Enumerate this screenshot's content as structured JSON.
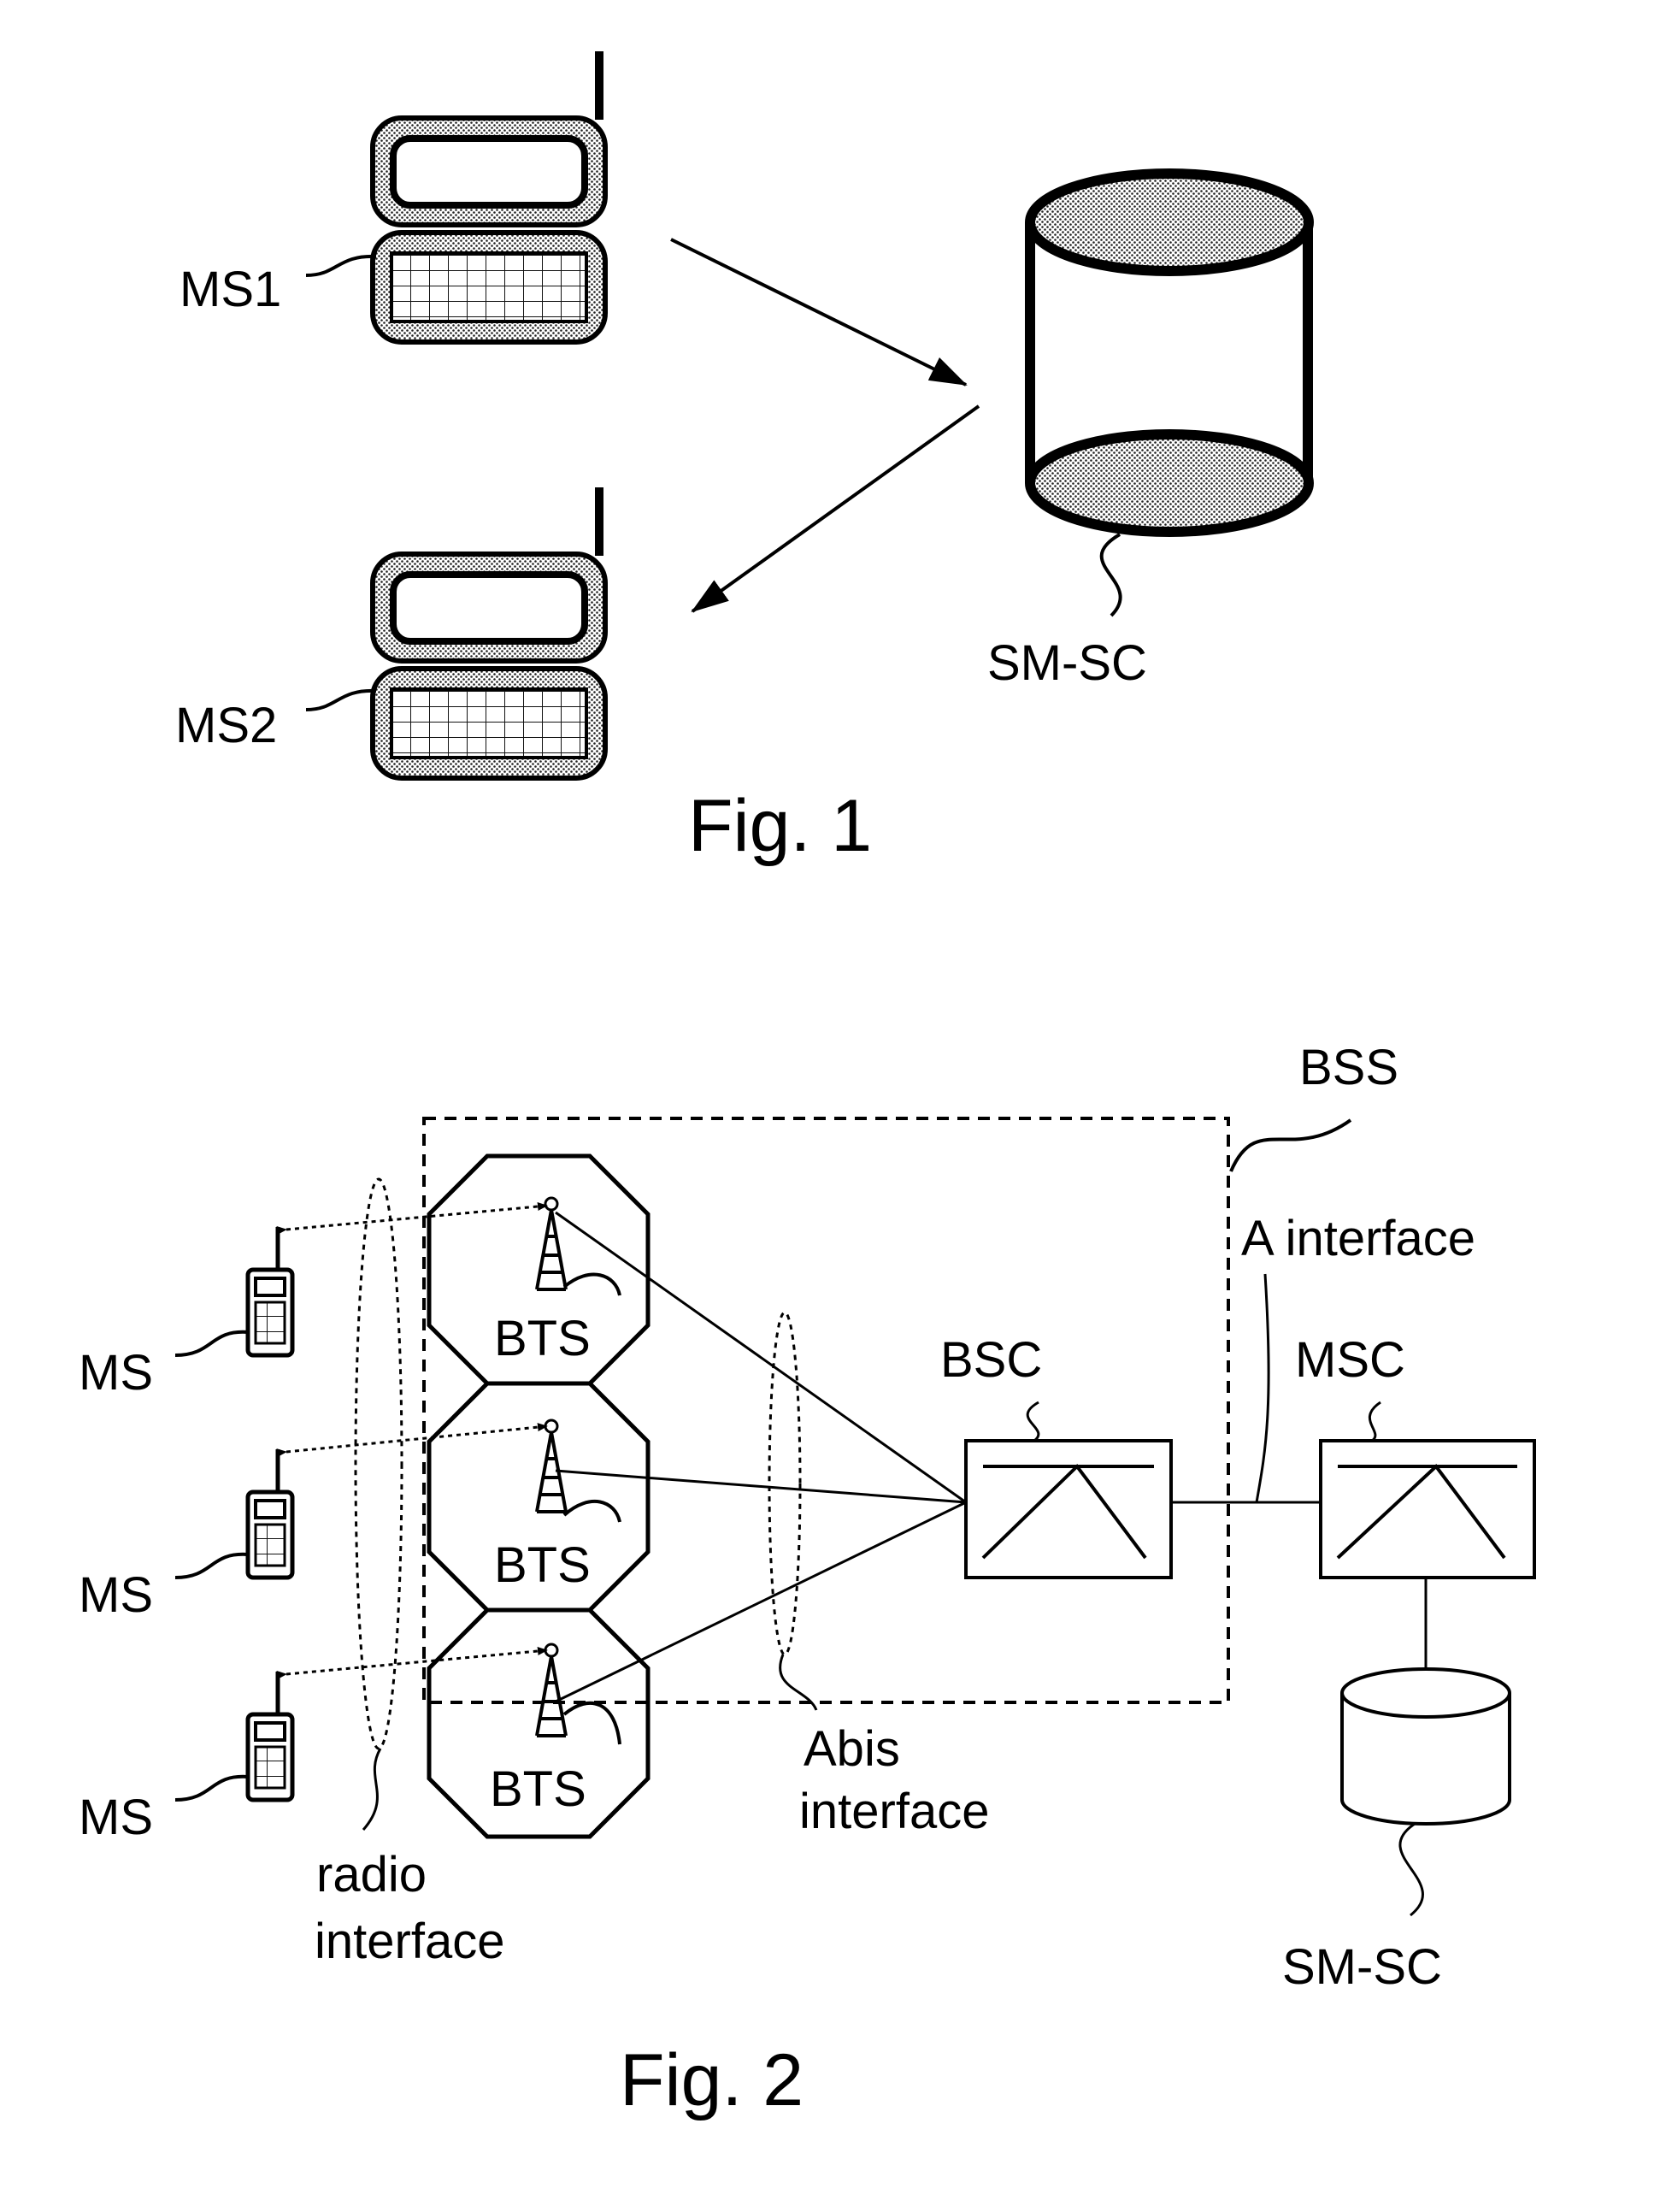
{
  "fig1": {
    "caption": "Fig. 1",
    "ms1_label": "MS1",
    "ms2_label": "MS2",
    "smsc_label": "SM-SC"
  },
  "fig2": {
    "caption": "Fig. 2",
    "bss_label": "BSS",
    "a_interface_label": "A interface",
    "bsc_label": "BSC",
    "msc_label": "MSC",
    "smsc_label": "SM-SC",
    "abis_line1": "Abis",
    "abis_line2": "interface",
    "radio_line1": "radio",
    "radio_line2": "interface",
    "bts_labels": [
      "BTS",
      "BTS",
      "BTS"
    ],
    "ms_labels": [
      "MS",
      "MS",
      "MS"
    ]
  },
  "colors": {
    "ink": "#000000",
    "shade": "#8c8c8c",
    "background": "#ffffff"
  },
  "icons": [
    "mobile-phone-icon",
    "database-cylinder-icon",
    "antenna-tower-icon",
    "handset-icon",
    "switch-box-icon"
  ]
}
